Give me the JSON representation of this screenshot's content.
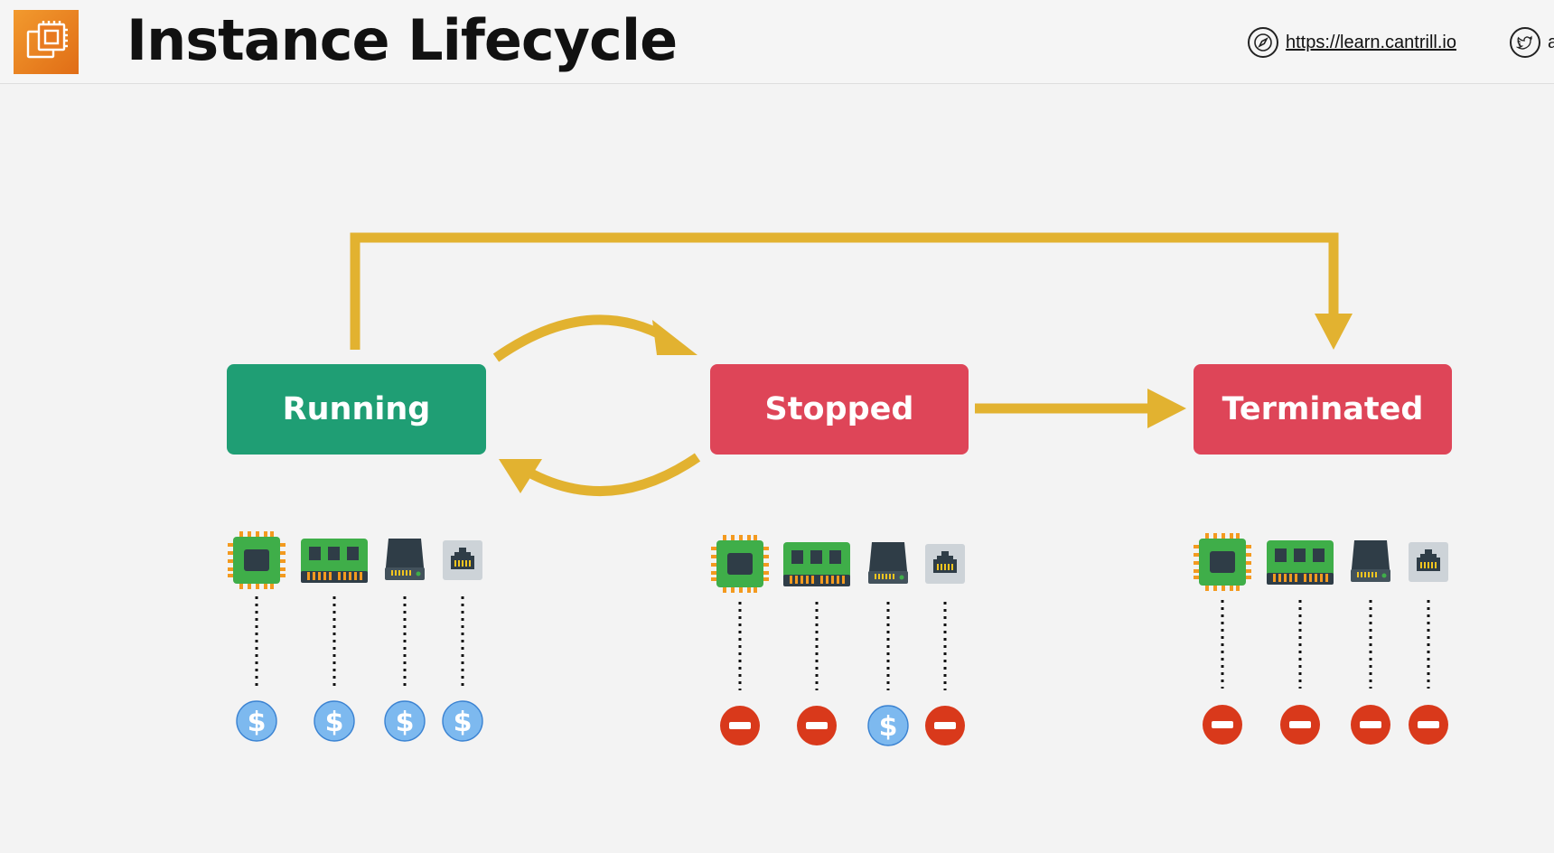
{
  "header": {
    "title": "Instance Lifecycle",
    "url": "https://learn.cantrill.io",
    "twitter_partial": "a",
    "logo_icon": "ec2-chip-icon",
    "logo_color": "#e8791f"
  },
  "states": {
    "running": {
      "label": "Running",
      "color": "#1f9e74"
    },
    "stopped": {
      "label": "Stopped",
      "color": "#de4558"
    },
    "terminated": {
      "label": "Terminated",
      "color": "#de4558"
    }
  },
  "transition_color": "#e2b230",
  "resources": [
    "cpu",
    "memory",
    "storage",
    "network"
  ],
  "billing": {
    "running": [
      "charged",
      "charged",
      "charged",
      "charged"
    ],
    "stopped": [
      "not-charged",
      "not-charged",
      "charged",
      "not-charged"
    ],
    "terminated": [
      "not-charged",
      "not-charged",
      "not-charged",
      "not-charged"
    ]
  },
  "billing_symbols": {
    "charged": "$",
    "not_charged_color": "#d9391b",
    "charged_color": "#7db9ef"
  }
}
